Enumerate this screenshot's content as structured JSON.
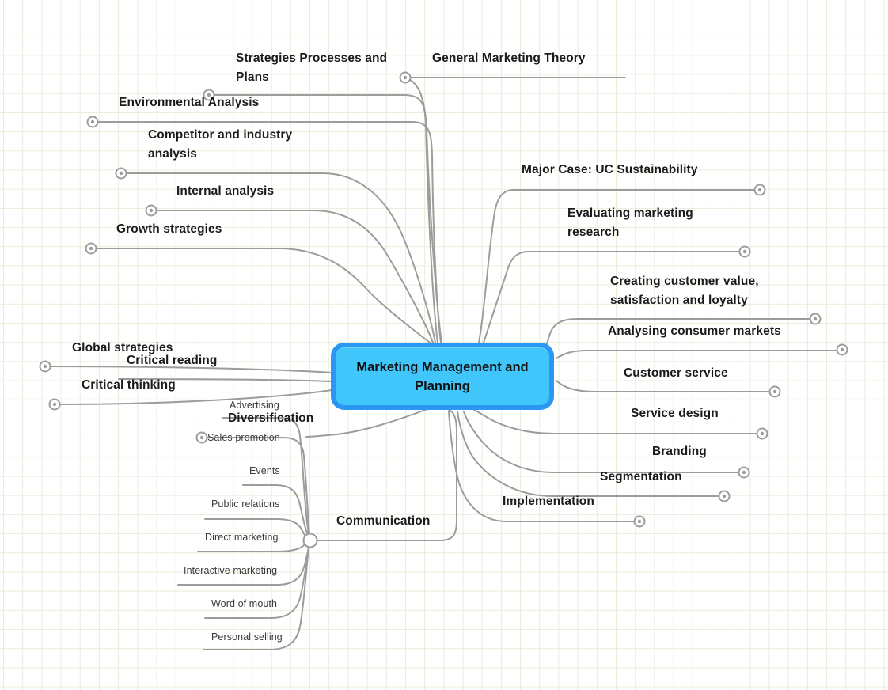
{
  "mindmap": {
    "root": {
      "label": "Marketing Management and Planning"
    },
    "style": {
      "root_fill": "#41c6fb",
      "root_border": "#2a97f3",
      "branch_line_color": "#9c9c9c",
      "grid_line_color": "#e7eeda"
    },
    "topics": [
      {
        "label": "Strategies Processes and Plans"
      },
      {
        "label": "General Marketing Theory"
      },
      {
        "label": "Environmental Analysis"
      },
      {
        "label": "Competitor and industry analysis"
      },
      {
        "label": "Internal analysis"
      },
      {
        "label": "Growth strategies"
      },
      {
        "label": "Major Case: UC Sustainability"
      },
      {
        "label": "Evaluating marketing research"
      },
      {
        "label": "Creating customer value, satisfaction and loyalty"
      },
      {
        "label": "Analysing consumer markets"
      },
      {
        "label": "Customer service"
      },
      {
        "label": "Service design"
      },
      {
        "label": "Branding"
      },
      {
        "label": "Segmentation"
      },
      {
        "label": "Implementation"
      },
      {
        "label": "Global strategies"
      },
      {
        "label": "Critical reading"
      },
      {
        "label": "Critical thinking"
      },
      {
        "label": "Diversification"
      },
      {
        "label": "Communication"
      }
    ],
    "communication_subtopics": [
      {
        "label": "Advertising"
      },
      {
        "label": "Sales promotion"
      },
      {
        "label": "Events"
      },
      {
        "label": "Public relations"
      },
      {
        "label": "Direct marketing"
      },
      {
        "label": "Interactive marketing"
      },
      {
        "label": "Word of mouth"
      },
      {
        "label": "Personal selling"
      }
    ]
  }
}
